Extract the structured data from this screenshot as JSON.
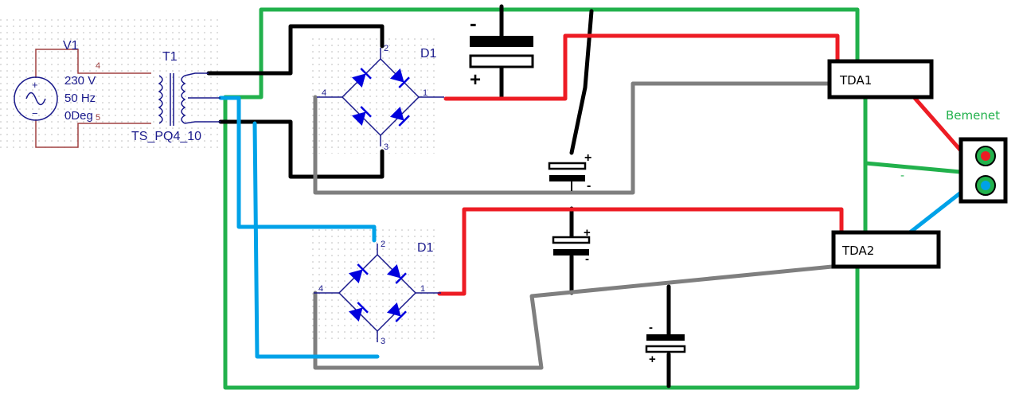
{
  "colors": {
    "green": "#22b14c",
    "red": "#ed1c24",
    "black": "#000000",
    "gray": "#7f7f7f",
    "blue": "#00a2e8",
    "diode": "#0000dd",
    "schematic": "#1a1a8c",
    "brown": "#a04040"
  },
  "source": {
    "name": "V1",
    "voltage": "230 V",
    "frequency": "50 Hz",
    "phase": "0Deg",
    "plus": "+",
    "minus": "−"
  },
  "transformer": {
    "name": "T1",
    "model": "TS_PQ4_10",
    "pin_in_top": "4",
    "pin_in_bottom": "5"
  },
  "bridges": [
    {
      "name": "D1",
      "pins": {
        "top": "2",
        "left": "4",
        "right": "1",
        "bottom": "3"
      }
    },
    {
      "name": "D1",
      "pins": {
        "top": "2",
        "left": "4",
        "right": "1",
        "bottom": "3"
      }
    }
  ],
  "capacitors": {
    "big_top": {
      "minus": "-",
      "plus": "+"
    },
    "mid_upper": {
      "plus": "+",
      "minus": "-"
    },
    "mid_lower": {
      "plus": "+",
      "minus": "-"
    },
    "bottom": {
      "minus": "-",
      "plus": "+"
    }
  },
  "amplifiers": [
    {
      "label": "TDA1"
    },
    {
      "label": "TDA2"
    }
  ],
  "input": {
    "label": "Bemenet",
    "wire_mark": "-"
  }
}
